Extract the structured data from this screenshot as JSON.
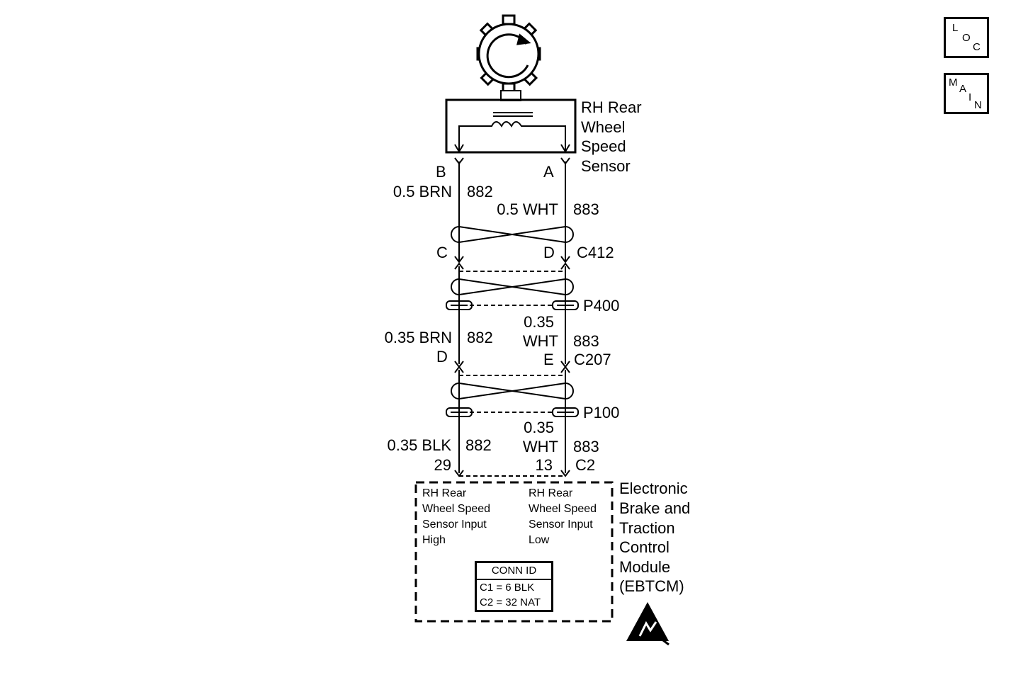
{
  "nav": {
    "loc": [
      "L",
      "O",
      "C"
    ],
    "main": [
      "M",
      "A",
      "I",
      "N"
    ]
  },
  "sensor": {
    "name": [
      "RH Rear",
      "Wheel",
      "Speed",
      "Sensor"
    ],
    "pin_left": "B",
    "pin_right": "A"
  },
  "wire_left": {
    "seg1": {
      "gauge": "0.5 BRN",
      "circuit": "882"
    },
    "seg2": {
      "gauge": "0.35 BRN",
      "circuit": "882"
    },
    "seg3": {
      "gauge": "0.35 BLK",
      "circuit": "882"
    }
  },
  "wire_right": {
    "seg1": {
      "gauge": "0.5 WHT",
      "circuit": "883"
    },
    "seg2": {
      "gauge_1": "0.35",
      "gauge_2": "WHT",
      "circuit": "883"
    },
    "seg3": {
      "gauge_1": "0.35",
      "gauge_2": "WHT",
      "circuit": "883"
    }
  },
  "connectors": {
    "c412": {
      "id": "C412",
      "pin_left": "C",
      "pin_right": "D"
    },
    "p400": {
      "id": "P400"
    },
    "c207": {
      "id": "C207",
      "pin_left": "D",
      "pin_right": "E"
    },
    "p100": {
      "id": "P100"
    },
    "c2": {
      "id": "C2",
      "pin_left": "29",
      "pin_right": "13"
    }
  },
  "module": {
    "name": [
      "Electronic",
      "Brake and",
      "Traction",
      "Control",
      "Module",
      "(EBTCM)"
    ],
    "input_high": [
      "RH Rear",
      "Wheel Speed",
      "Sensor Input",
      "High"
    ],
    "input_low": [
      "RH Rear",
      "Wheel Speed",
      "Sensor Input",
      "Low"
    ],
    "conn_id": {
      "title": "CONN ID",
      "rows": [
        "C1 = 6 BLK",
        "C2 = 32 NAT"
      ]
    }
  },
  "icons": {
    "tone_ring": "reluctor-wheel-icon",
    "esd": "esd-warning-icon"
  }
}
